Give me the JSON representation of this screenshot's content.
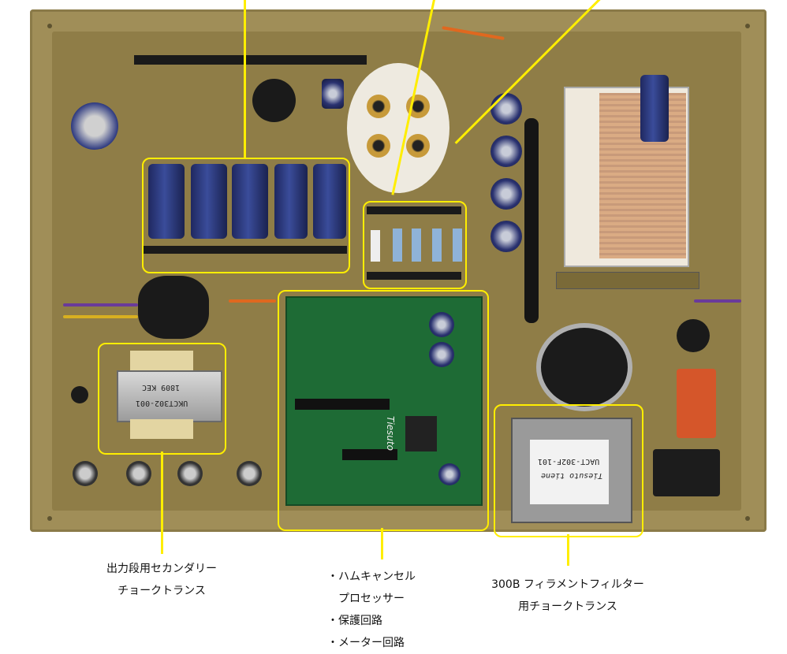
{
  "photo": {
    "secondary_choke_markings": [
      "1809 KEC",
      "UKCT302-001"
    ],
    "filament_choke_markings": [
      "UACT-302F-101",
      "Tiesuto tiene"
    ],
    "pcb_brand": "Tiesuto"
  },
  "callouts": {
    "secondary_choke": {
      "lines": [
        "出力段用セカンダリー",
        "チョークトランス"
      ]
    },
    "hum_cancel_board": {
      "lines": [
        "・ハムキャンセル",
        "　プロセッサー",
        "・保護回路",
        "・メーター回路"
      ]
    },
    "filament_choke": {
      "lines": [
        "300B フィラメントフィルター",
        "用チョークトランス"
      ]
    }
  },
  "colors": {
    "highlight": "#ffee00",
    "chassis": "#a08e58"
  }
}
